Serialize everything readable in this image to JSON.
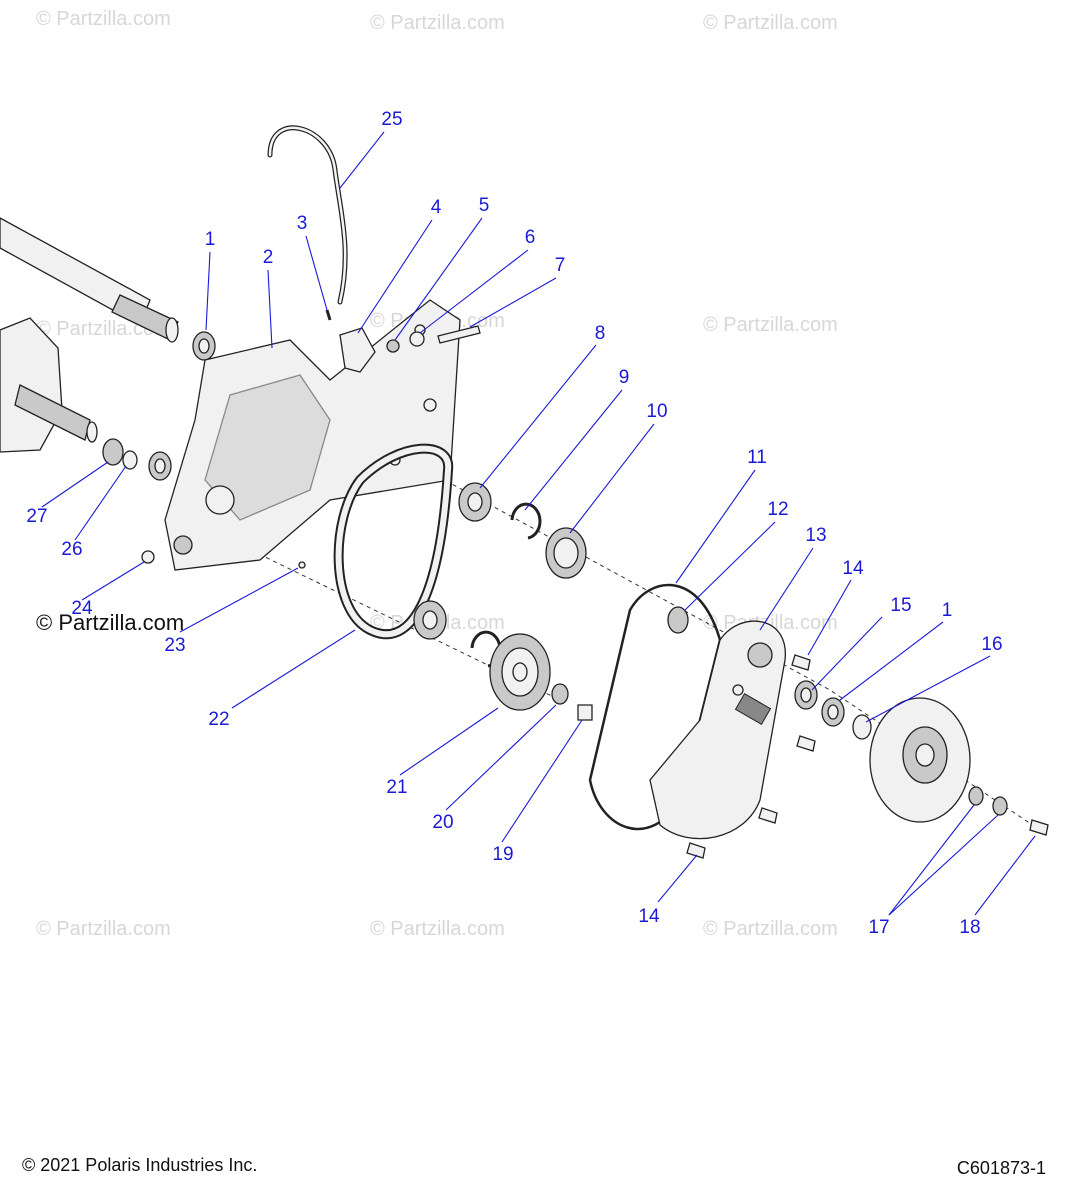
{
  "watermark": {
    "text": "© Partzilla.com",
    "brand_text": "© Partzilla.com"
  },
  "footer": {
    "copyright": "© 2021 Polaris Industries Inc.",
    "figure_id": "C601873-1"
  },
  "callouts": {
    "c1a": "1",
    "c1b": "1",
    "c2": "2",
    "c3": "3",
    "c4": "4",
    "c5": "5",
    "c6": "6",
    "c7": "7",
    "c8": "8",
    "c9": "9",
    "c10": "10",
    "c11": "11",
    "c12": "12",
    "c13": "13",
    "c14a": "14",
    "c14b": "14",
    "c15": "15",
    "c16": "16",
    "c17": "17",
    "c18": "18",
    "c19": "19",
    "c20": "20",
    "c21": "21",
    "c22": "22",
    "c23": "23",
    "c24": "24",
    "c25": "25",
    "c26": "26",
    "c27": "27"
  },
  "colors": {
    "callout": "#1a1ad6",
    "watermark": "#d7d7d7",
    "line": "#222222"
  }
}
